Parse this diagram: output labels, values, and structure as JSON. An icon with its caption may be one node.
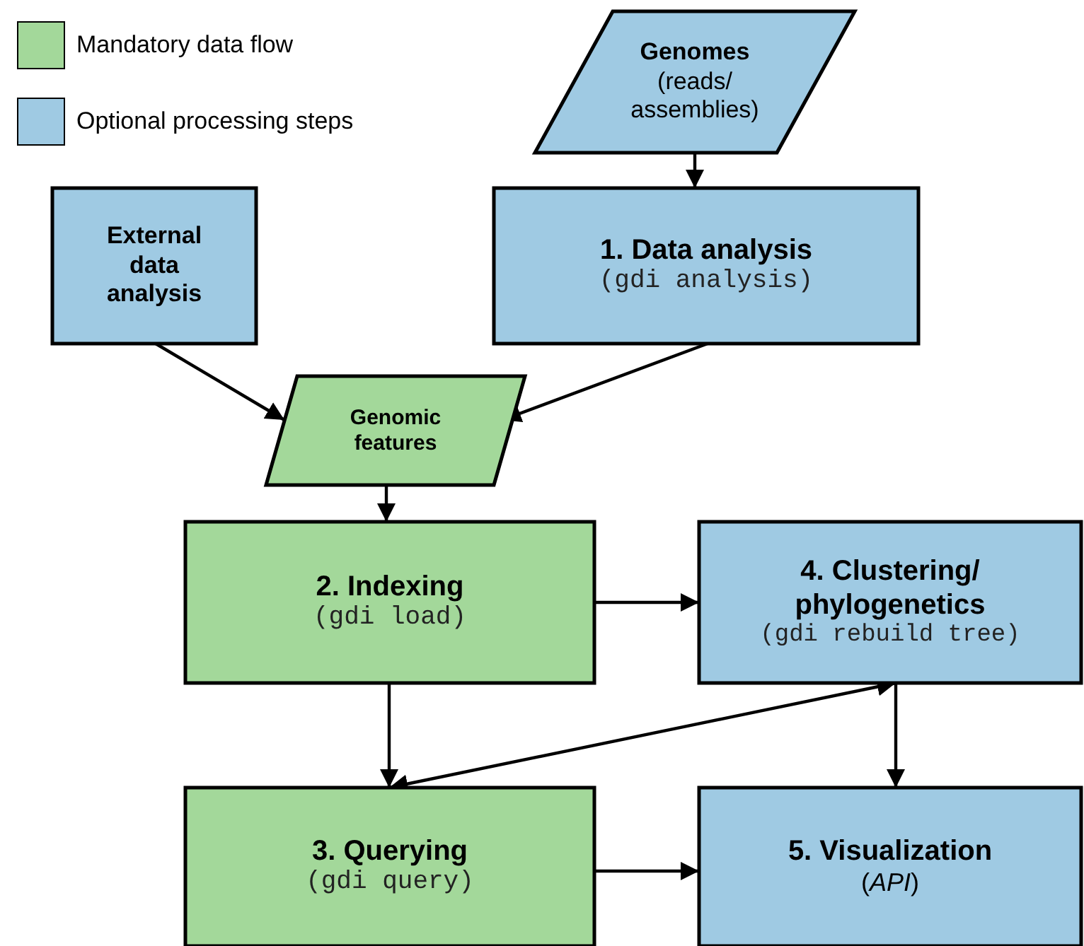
{
  "diagram": {
    "nodes": [
      {
        "text": [
          "Genomes",
          "(reads/ assemblies)"
        ]
      },
      {
        "text": [
          "External data analysis"
        ]
      },
      {
        "text": [
          "1. Data analysis",
          "(gdi analysis)"
        ]
      },
      {
        "text": [
          "Genomic features"
        ]
      },
      {
        "text": [
          "2. Indexing",
          "(gdi load)"
        ]
      },
      {
        "text": [
          "4. Clustering/ phylogenetics",
          "(gdi rebuild tree)"
        ]
      },
      {
        "text": [
          "3. Querying",
          "(gdi query)"
        ]
      },
      {
        "text": [
          "5. Visualization",
          "(*API*)"
        ]
      }
    ],
    "edges": [
      {
        "from": 0,
        "to": 2,
        "arrow": "to"
      },
      {
        "from": 1,
        "to": 3,
        "arrow": "to"
      },
      {
        "from": 2,
        "to": 3,
        "arrow": "to"
      },
      {
        "from": 3,
        "to": 4,
        "arrow": "to"
      },
      {
        "from": 4,
        "to": 5,
        "arrow": "to"
      },
      {
        "from": 4,
        "to": 6,
        "arrow": "to"
      },
      {
        "from": 6,
        "to": 5,
        "arrow": "both"
      },
      {
        "from": 5,
        "to": 7,
        "arrow": "to"
      },
      {
        "from": 6,
        "to": 7,
        "arrow": "to"
      }
    ],
    "legend": [
      {
        "text": "Mandatory data flow",
        "color": "#a3d89a"
      },
      {
        "text": "Optional processing steps",
        "color": "#9fcae3"
      }
    ]
  }
}
